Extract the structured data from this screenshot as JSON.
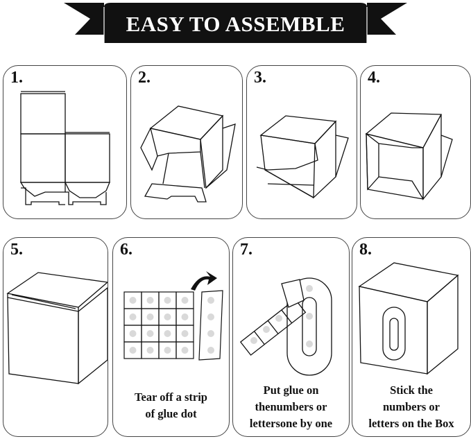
{
  "banner": {
    "title": "EASY TO ASSEMBLE"
  },
  "steps": [
    {
      "number": "1."
    },
    {
      "number": "2."
    },
    {
      "number": "3."
    },
    {
      "number": "4."
    },
    {
      "number": "5."
    },
    {
      "number": "6.",
      "caption": [
        "Tear off a strip",
        "of glue dot"
      ]
    },
    {
      "number": "7.",
      "caption": [
        "Put glue on",
        "thenumbers or",
        "lettersone by one"
      ]
    },
    {
      "number": "8.",
      "caption": [
        "Stick the",
        "numbers or",
        "letters on the Box"
      ]
    }
  ],
  "colors": {
    "ink": "#111111",
    "banner": "#111111",
    "glue_dot": "#d9d9d9"
  }
}
